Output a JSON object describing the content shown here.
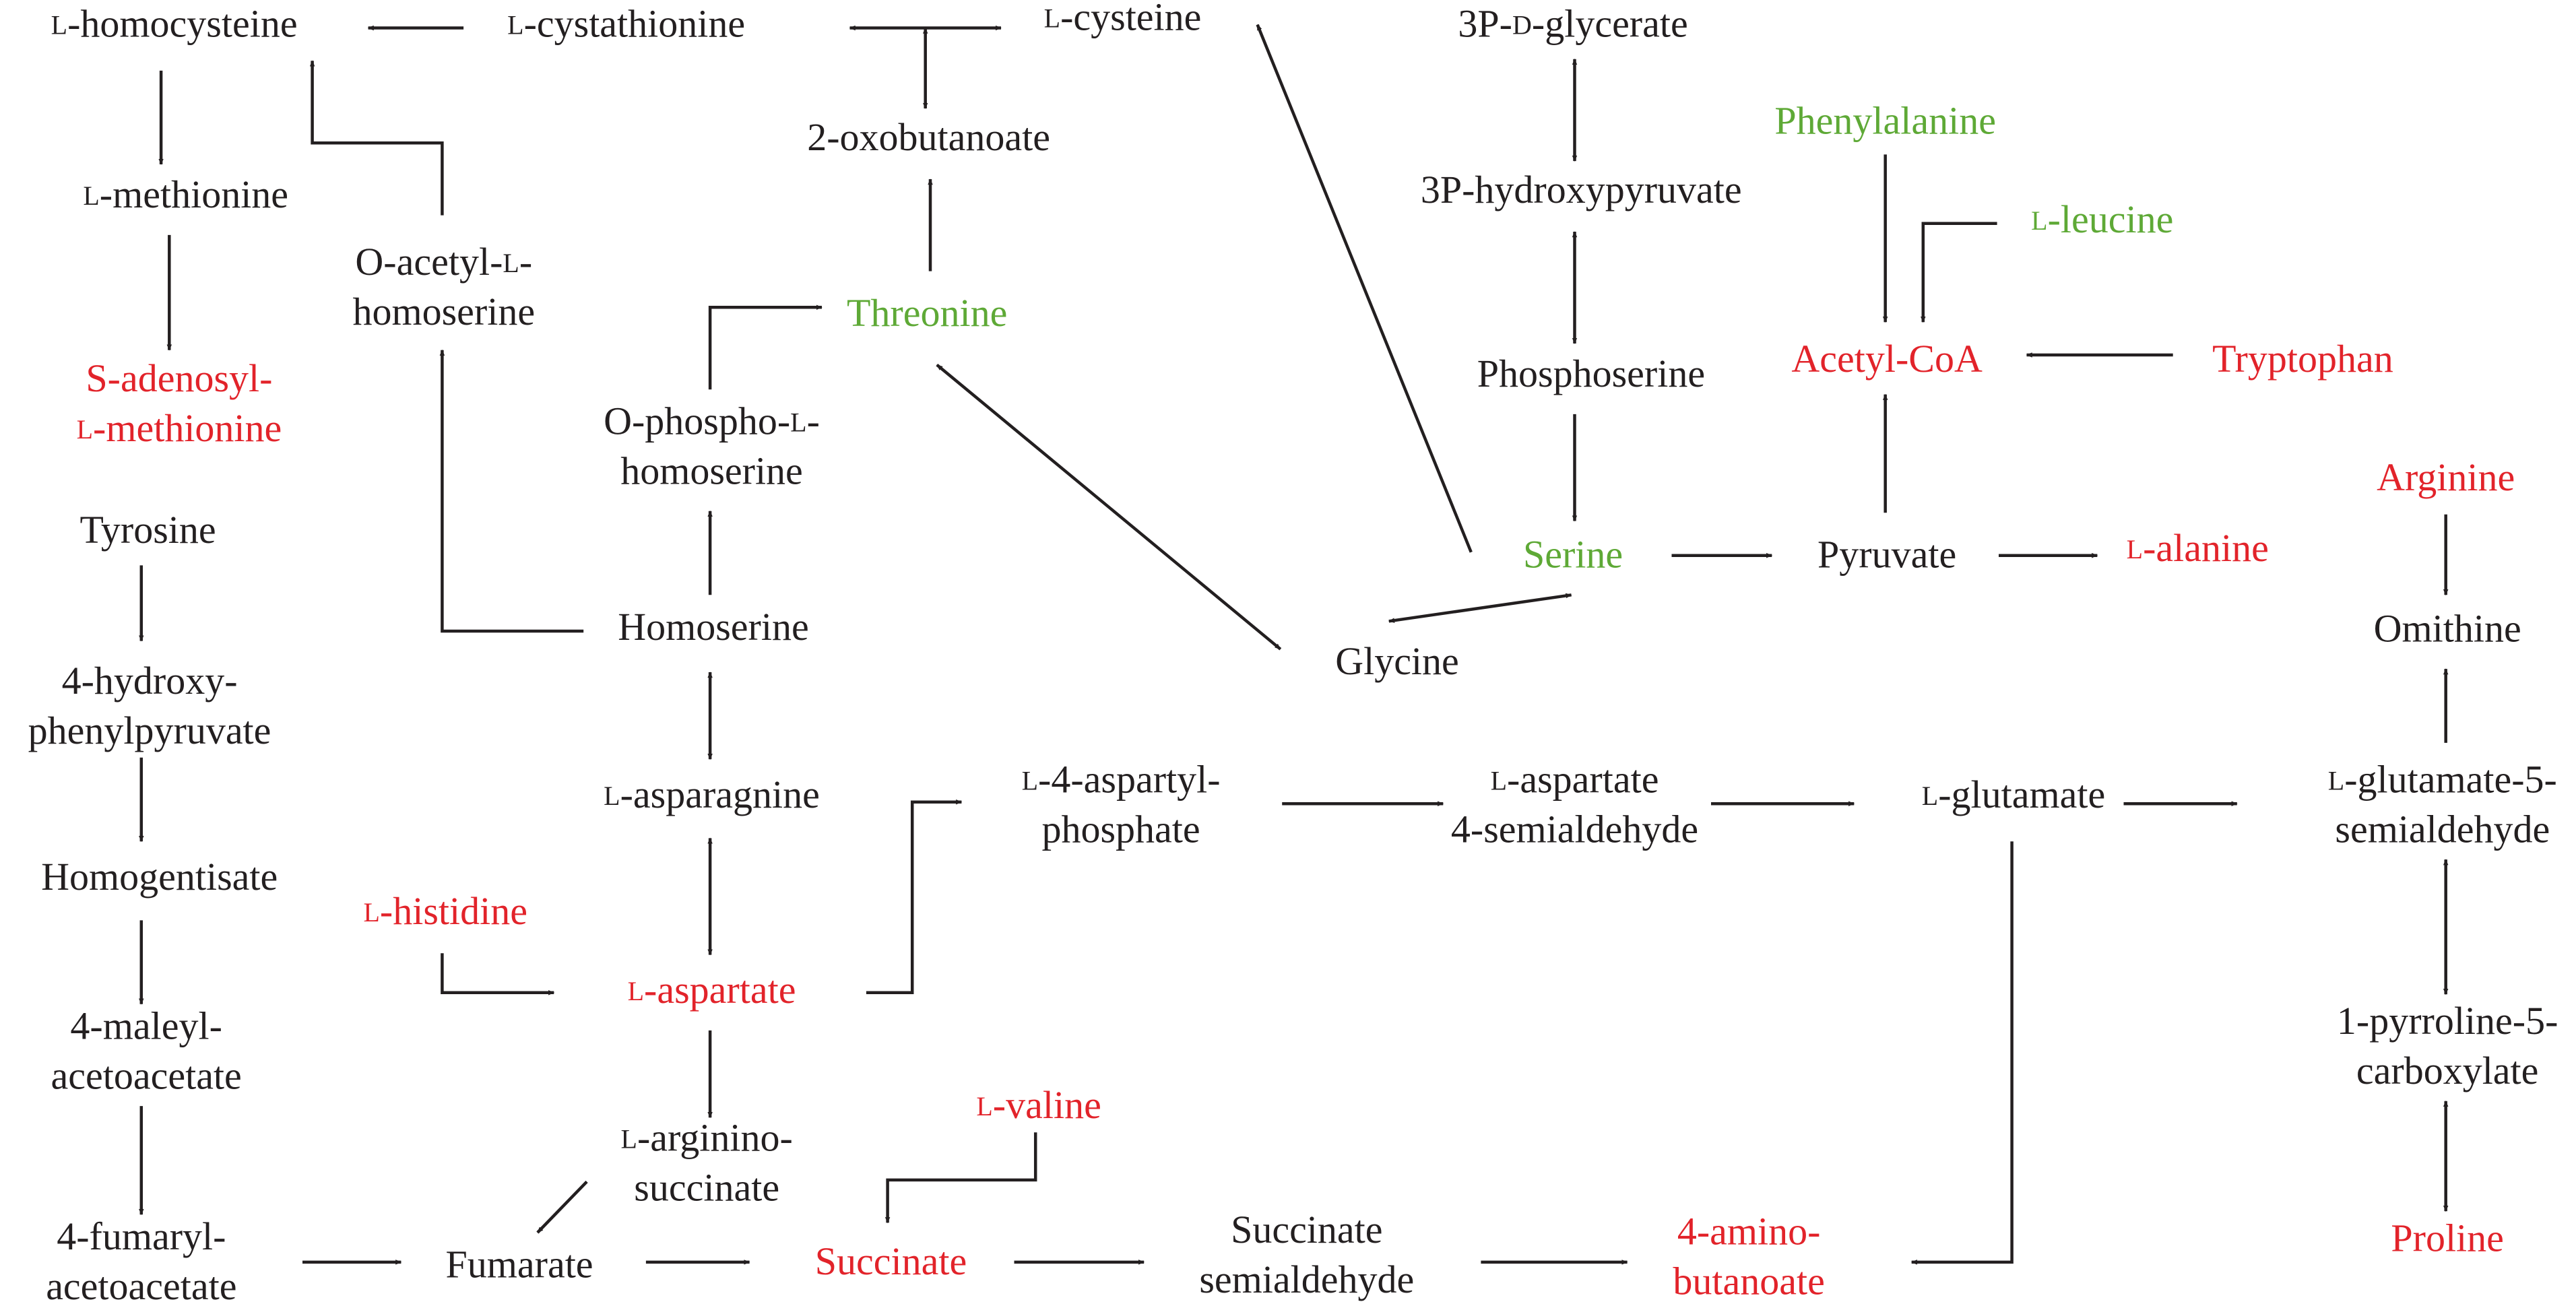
{
  "colors": {
    "neutral": "#231f20",
    "highlight_red": "#e2232a",
    "highlight_green": "#5ea936"
  },
  "nodes": {
    "l_homocysteine": {
      "lines": [
        "L-homocysteine"
      ],
      "color": "neutral"
    },
    "l_cystathionine": {
      "lines": [
        "L-cystathionine"
      ],
      "color": "neutral"
    },
    "l_cysteine": {
      "lines": [
        "L-cysteine"
      ],
      "color": "neutral"
    },
    "p3_glycerate": {
      "lines": [
        "3P-D-glycerate"
      ],
      "color": "neutral"
    },
    "oxobutanoate": {
      "lines": [
        "2-oxobutanoate"
      ],
      "color": "neutral"
    },
    "phenylalanine": {
      "lines": [
        "Phenylalanine"
      ],
      "color": "highlight_green"
    },
    "l_methionine": {
      "lines": [
        "L-methionine"
      ],
      "color": "neutral"
    },
    "p3_hydroxypyruvate": {
      "lines": [
        "3P-hydroxypyruvate"
      ],
      "color": "neutral"
    },
    "l_leucine": {
      "lines": [
        "L-leucine"
      ],
      "color": "highlight_green"
    },
    "o_acetyl_homoserine": {
      "lines": [
        "O-acetyl-L-",
        "homoserine"
      ],
      "color": "neutral"
    },
    "threonine": {
      "lines": [
        "Threonine"
      ],
      "color": "highlight_green"
    },
    "s_adenosyl_methionine": {
      "lines": [
        "S-adenosyl-",
        "L-methionine"
      ],
      "color": "highlight_red"
    },
    "phosphoserine": {
      "lines": [
        "Phosphoserine"
      ],
      "color": "neutral"
    },
    "acetyl_coa": {
      "lines": [
        "Acetyl-CoA"
      ],
      "color": "highlight_red"
    },
    "tryptophan": {
      "lines": [
        "Tryptophan"
      ],
      "color": "highlight_red"
    },
    "o_phospho_homoserine": {
      "lines": [
        "O-phospho-L-",
        "homoserine"
      ],
      "color": "neutral"
    },
    "arginine": {
      "lines": [
        "Arginine"
      ],
      "color": "highlight_red"
    },
    "tyrosine": {
      "lines": [
        "Tyrosine"
      ],
      "color": "neutral"
    },
    "serine": {
      "lines": [
        "Serine"
      ],
      "color": "highlight_green"
    },
    "pyruvate": {
      "lines": [
        "Pyruvate"
      ],
      "color": "neutral"
    },
    "l_alanine": {
      "lines": [
        "L-alanine"
      ],
      "color": "highlight_red"
    },
    "homoserine": {
      "lines": [
        "Homoserine"
      ],
      "color": "neutral"
    },
    "omithine": {
      "lines": [
        "Omithine"
      ],
      "color": "neutral"
    },
    "glycine": {
      "lines": [
        "Glycine"
      ],
      "color": "neutral"
    },
    "hydroxyphenylpyruvate": {
      "lines": [
        "4-hydroxy-",
        "phenylpyruvate"
      ],
      "color": "neutral"
    },
    "l_asparagnine": {
      "lines": [
        "L-asparagnine"
      ],
      "color": "neutral"
    },
    "l_aspartyl_phosphate": {
      "lines": [
        "L-4-aspartyl-",
        "phosphate"
      ],
      "color": "neutral"
    },
    "l_aspartate_semialdehyde": {
      "lines": [
        "L-aspartate",
        "4-semialdehyde"
      ],
      "color": "neutral"
    },
    "l_glutamate": {
      "lines": [
        "L-glutamate"
      ],
      "color": "neutral"
    },
    "l_glutamate_semialdehyde": {
      "lines": [
        "L-glutamate-5-",
        "semialdehyde"
      ],
      "color": "neutral"
    },
    "homogentisate": {
      "lines": [
        "Homogentisate"
      ],
      "color": "neutral"
    },
    "l_histidine": {
      "lines": [
        "L-histidine"
      ],
      "color": "highlight_red"
    },
    "l_aspartate": {
      "lines": [
        "L-aspartate"
      ],
      "color": "highlight_red"
    },
    "pyrroline_carboxylate": {
      "lines": [
        "1-pyrroline-5-",
        "carboxylate"
      ],
      "color": "neutral"
    },
    "maleylacetoacetate": {
      "lines": [
        "4-maleyl-",
        "acetoacetate"
      ],
      "color": "neutral"
    },
    "l_valine": {
      "lines": [
        "L-valine"
      ],
      "color": "highlight_red"
    },
    "l_argininosuccinate": {
      "lines": [
        "L-arginino-",
        "succinate"
      ],
      "color": "neutral"
    },
    "fumarylacetoacetate": {
      "lines": [
        "4-fumaryl-",
        "acetoacetate"
      ],
      "color": "neutral"
    },
    "fumarate": {
      "lines": [
        "Fumarate"
      ],
      "color": "neutral"
    },
    "succinate": {
      "lines": [
        "Succinate"
      ],
      "color": "highlight_red"
    },
    "succinate_semialdehyde": {
      "lines": [
        "Succinate",
        "semialdehyde"
      ],
      "color": "neutral"
    },
    "aminobutanoate": {
      "lines": [
        "4-amino-",
        "butanoate"
      ],
      "color": "highlight_red"
    },
    "proline": {
      "lines": [
        "Proline"
      ],
      "color": "highlight_red"
    }
  },
  "edges": [
    {
      "from": "l_cystathionine",
      "to": "l_homocysteine",
      "direction": "forward"
    },
    {
      "from": "l_cystathionine",
      "to": "l_cysteine",
      "direction": "both"
    },
    {
      "from": "l_cystathionine",
      "to": "oxobutanoate",
      "direction": "both"
    },
    {
      "from": "l_homocysteine",
      "to": "l_methionine",
      "direction": "forward"
    },
    {
      "from": "l_methionine",
      "to": "s_adenosyl_methionine",
      "direction": "forward"
    },
    {
      "from": "o_acetyl_homoserine",
      "to": "l_homocysteine",
      "direction": "forward"
    },
    {
      "from": "homoserine",
      "to": "o_acetyl_homoserine",
      "direction": "forward"
    },
    {
      "from": "homoserine",
      "to": "o_phospho_homoserine",
      "direction": "forward"
    },
    {
      "from": "o_phospho_homoserine",
      "to": "threonine",
      "direction": "forward"
    },
    {
      "from": "threonine",
      "to": "oxobutanoate",
      "direction": "forward"
    },
    {
      "from": "threonine",
      "to": "glycine",
      "direction": "both"
    },
    {
      "from": "serine",
      "to": "l_cysteine",
      "direction": "forward"
    },
    {
      "from": "p3_glycerate",
      "to": "p3_hydroxypyruvate",
      "direction": "both"
    },
    {
      "from": "p3_hydroxypyruvate",
      "to": "phosphoserine",
      "direction": "both"
    },
    {
      "from": "phosphoserine",
      "to": "serine",
      "direction": "forward"
    },
    {
      "from": "serine",
      "to": "glycine",
      "direction": "both"
    },
    {
      "from": "serine",
      "to": "pyruvate",
      "direction": "forward"
    },
    {
      "from": "pyruvate",
      "to": "l_alanine",
      "direction": "forward"
    },
    {
      "from": "pyruvate",
      "to": "acetyl_coa",
      "direction": "forward"
    },
    {
      "from": "phenylalanine",
      "to": "acetyl_coa",
      "direction": "forward"
    },
    {
      "from": "l_leucine",
      "to": "acetyl_coa",
      "direction": "forward"
    },
    {
      "from": "tryptophan",
      "to": "acetyl_coa",
      "direction": "forward"
    },
    {
      "from": "homoserine",
      "to": "l_asparagnine",
      "direction": "both"
    },
    {
      "from": "l_asparagnine",
      "to": "l_aspartate",
      "direction": "both"
    },
    {
      "from": "l_histidine",
      "to": "l_aspartate",
      "direction": "forward"
    },
    {
      "from": "l_aspartate",
      "to": "l_aspartyl_phosphate",
      "direction": "forward"
    },
    {
      "from": "l_aspartyl_phosphate",
      "to": "l_aspartate_semialdehyde",
      "direction": "forward"
    },
    {
      "from": "l_aspartate_semialdehyde",
      "to": "l_glutamate",
      "direction": "forward"
    },
    {
      "from": "l_glutamate",
      "to": "l_glutamate_semialdehyde",
      "direction": "forward"
    },
    {
      "from": "l_glutamate",
      "to": "aminobutanoate",
      "direction": "forward"
    },
    {
      "from": "arginine",
      "to": "omithine",
      "direction": "forward"
    },
    {
      "from": "l_glutamate_semialdehyde",
      "to": "omithine",
      "direction": "forward"
    },
    {
      "from": "l_glutamate_semialdehyde",
      "to": "pyrroline_carboxylate",
      "direction": "both"
    },
    {
      "from": "pyrroline_carboxylate",
      "to": "proline",
      "direction": "both"
    },
    {
      "from": "l_aspartate",
      "to": "l_argininosuccinate",
      "direction": "forward"
    },
    {
      "from": "l_argininosuccinate",
      "to": "fumarate",
      "direction": "forward"
    },
    {
      "from": "tyrosine",
      "to": "hydroxyphenylpyruvate",
      "direction": "forward"
    },
    {
      "from": "hydroxyphenylpyruvate",
      "to": "homogentisate",
      "direction": "forward"
    },
    {
      "from": "homogentisate",
      "to": "maleylacetoacetate",
      "direction": "forward"
    },
    {
      "from": "maleylacetoacetate",
      "to": "fumarylacetoacetate",
      "direction": "forward"
    },
    {
      "from": "fumarylacetoacetate",
      "to": "fumarate",
      "direction": "forward"
    },
    {
      "from": "fumarate",
      "to": "succinate",
      "direction": "forward"
    },
    {
      "from": "l_valine",
      "to": "succinate",
      "direction": "forward"
    },
    {
      "from": "succinate",
      "to": "succinate_semialdehyde",
      "direction": "forward"
    },
    {
      "from": "succinate_semialdehyde",
      "to": "aminobutanoate",
      "direction": "forward"
    }
  ]
}
